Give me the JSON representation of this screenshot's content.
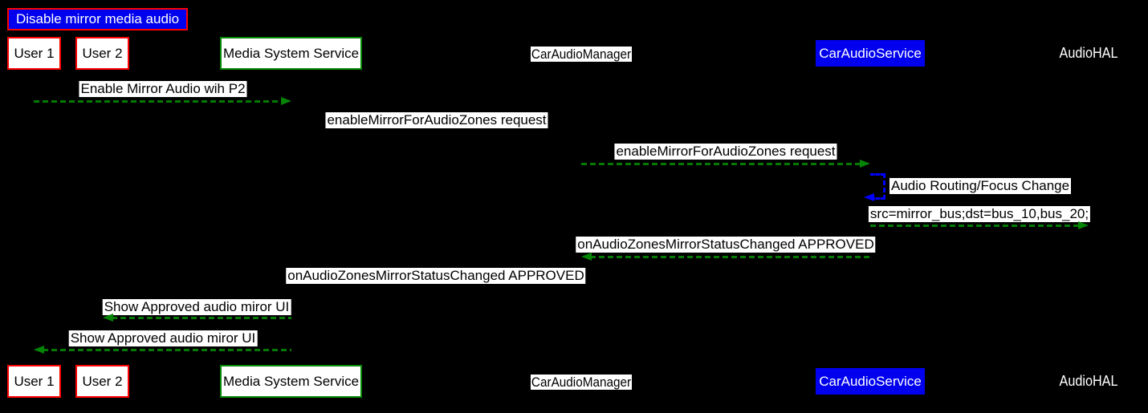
{
  "diagram": {
    "title": "Disable mirror media audio",
    "participants": [
      {
        "id": "user-1",
        "label": "User 1",
        "style": "red-box"
      },
      {
        "id": "user-2",
        "label": "User 2",
        "style": "red-box"
      },
      {
        "id": "media-system-service",
        "label": "Media System Service",
        "style": "green-box"
      },
      {
        "id": "car-audio-manager",
        "label": "CarAudioManager",
        "style": "white-bg-text"
      },
      {
        "id": "car-audio-service",
        "label": "CarAudioService",
        "style": "blue-box"
      },
      {
        "id": "audio-hal",
        "label": "AudioHAL",
        "style": "plain-text"
      }
    ],
    "messages": [
      {
        "from": "User 1",
        "to": "Media System Service",
        "label": "Enable Mirror Audio wih P2",
        "arrow": "green-dashed-right"
      },
      {
        "from": "Media System Service",
        "to": "CarAudioManager",
        "label": "enableMirrorForAudioZones request",
        "arrow": "not-visible"
      },
      {
        "from": "CarAudioManager",
        "to": "CarAudioService",
        "label": "enableMirrorForAudioZones request",
        "arrow": "green-dashed-right"
      },
      {
        "from": "CarAudioService",
        "to": "CarAudioService",
        "label": "Audio Routing/Focus Change",
        "arrow": "blue-dashed-self-loop"
      },
      {
        "from": "CarAudioService",
        "to": "AudioHAL",
        "label": "src=mirror_bus;dst=bus_10,bus_20;",
        "arrow": "green-dashed-right"
      },
      {
        "from": "CarAudioService",
        "to": "CarAudioManager",
        "label": "onAudioZonesMirrorStatusChanged APPROVED",
        "arrow": "green-dashed-left"
      },
      {
        "from": "CarAudioManager",
        "to": "Media System Service",
        "label": "onAudioZonesMirrorStatusChanged APPROVED",
        "arrow": "not-visible"
      },
      {
        "from": "Media System Service",
        "to": "User 2",
        "label": "Show Approved audio miror UI",
        "arrow": "green-dashed-left"
      },
      {
        "from": "Media System Service",
        "to": "User 1",
        "label": "Show Approved audio miror UI",
        "arrow": "green-dashed-left"
      }
    ],
    "colors": {
      "background": "#000000",
      "arrow_green": "#058505",
      "self_loop_blue": "#0000ff",
      "title_background": "#0000ee",
      "red_border": "#ff0000",
      "green_border": "#068a06",
      "service_box_background": "#0000ee"
    }
  }
}
